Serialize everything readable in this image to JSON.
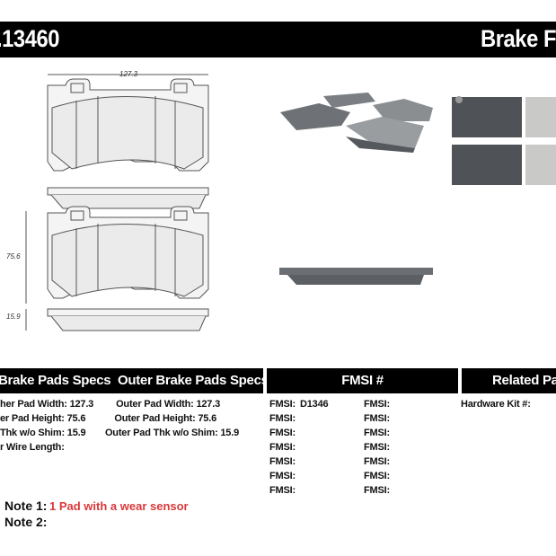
{
  "header": {
    "part_number": ".13460",
    "title": "Brake F"
  },
  "drawing": {
    "width_label": "127.3",
    "height_label": "75.6",
    "thickness_label": "15.9"
  },
  "table": {
    "inner_header": "Brake Pads Specs",
    "outer_header": "Outer Brake Pads Specs",
    "fmsi_header": "FMSI #",
    "related_header": "Related Par",
    "inner_rows": [
      "her Pad Width: 127.3",
      "er Pad Height: 75.6",
      "Thk w/o Shim: 15.9",
      "r Wire Length:"
    ],
    "outer_rows": [
      "Outer Pad Width: 127.3",
      "Outer Pad Height: 75.6",
      "Outer Pad Thk w/o Shim: 15.9"
    ],
    "fmsi_col1": [
      {
        "label": "FMSI:",
        "value": "D1346"
      },
      {
        "label": "FMSI:",
        "value": ""
      },
      {
        "label": "FMSI:",
        "value": ""
      },
      {
        "label": "FMSI:",
        "value": ""
      },
      {
        "label": "FMSI:",
        "value": ""
      },
      {
        "label": "FMSI:",
        "value": ""
      },
      {
        "label": "FMSI:",
        "value": ""
      }
    ],
    "fmsi_col2": [
      "FMSI:",
      "FMSI:",
      "FMSI:",
      "FMSI:",
      "FMSI:",
      "FMSI:",
      "FMSI:"
    ],
    "related": {
      "hardware_kit_label": "Hardware Kit #:"
    }
  },
  "notes": {
    "note1_label": "Note 1:",
    "note1_text": "1 Pad with a wear sensor",
    "note2_label": "Note 2:",
    "note_color": "#d9383a"
  }
}
